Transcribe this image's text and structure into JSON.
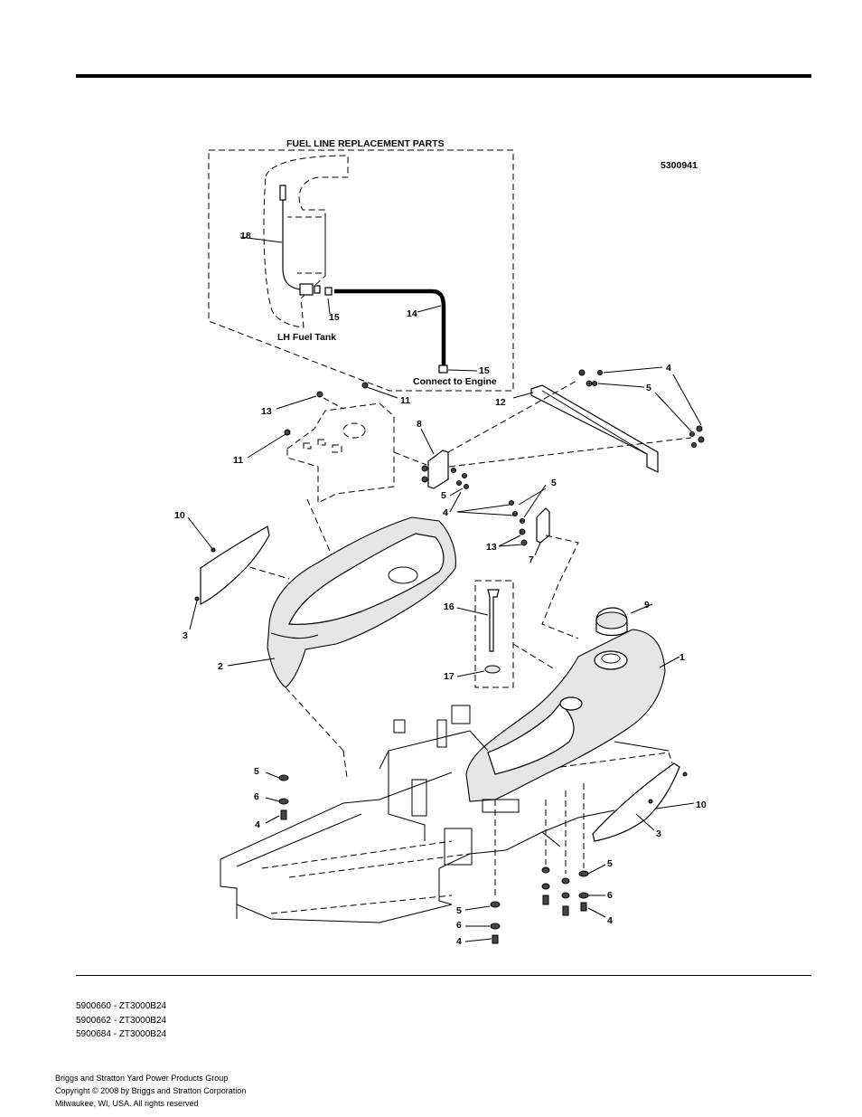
{
  "diagram": {
    "inset_title": "FUEL LINE REPLACEMENT PARTS",
    "drawing_number": "5300941",
    "inset_label_tank": "LH Fuel Tank",
    "inset_label_engine": "Connect to Engine",
    "callouts": [
      "1",
      "2",
      "3",
      "3",
      "4",
      "4",
      "4",
      "4",
      "4",
      "4",
      "5",
      "5",
      "5",
      "5",
      "5",
      "5",
      "5",
      "6",
      "6",
      "6",
      "7",
      "8",
      "9",
      "10",
      "10",
      "11",
      "11",
      "12",
      "13",
      "13",
      "14",
      "15",
      "15",
      "16",
      "17",
      "18"
    ]
  },
  "models": [
    "5900660 - ZT3000B24",
    "5900662 - ZT3000B24",
    "5900684 - ZT3000B24"
  ],
  "footer": [
    "Briggs and Stratton Yard Power Products Group",
    "Copyright ©  2008 by Briggs and Stratton Corporation",
    "Milwaukee, WI, USA. All rights reserved"
  ]
}
